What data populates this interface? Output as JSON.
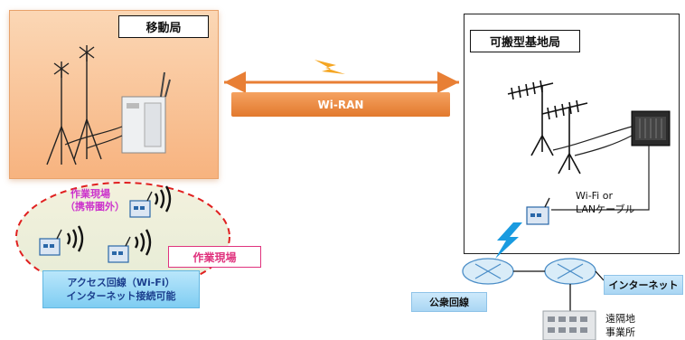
{
  "mobile_station": {
    "title": "移動局"
  },
  "portable_base_station": {
    "title": "可搬型基地局"
  },
  "link": {
    "label": "Wi-RAN"
  },
  "work_site": {
    "label_line1": "作業現場",
    "label_line2": "（携帯圏外）",
    "box_label": "作業現場"
  },
  "access_line": {
    "line1": "アクセス回線（Wi-Fi）",
    "line2": "インターネット接続可能"
  },
  "base_connection": {
    "line1": "Wi-Fi or",
    "line2": "LANケーブル"
  },
  "network": {
    "public_line": "公衆回線",
    "internet": "インターネット"
  },
  "remote_office": {
    "line1": "遠隔地",
    "line2": "事業所"
  },
  "colors": {
    "wiran_bar": "#e87f35",
    "panel_mobile": "#f7b37f",
    "work_site_text": "#cc33cc",
    "work_site_box": "#e0337e",
    "access_box": "#7fcdf2",
    "lightning": "#f5a623",
    "wireless_blue": "#1a9be0"
  },
  "icons": [
    "antenna-tripod-icon",
    "radio-unit-icon",
    "wifi-access-point-icon",
    "wifi-waves-icon",
    "lightning-icon",
    "router-icon",
    "office-building-icon"
  ]
}
